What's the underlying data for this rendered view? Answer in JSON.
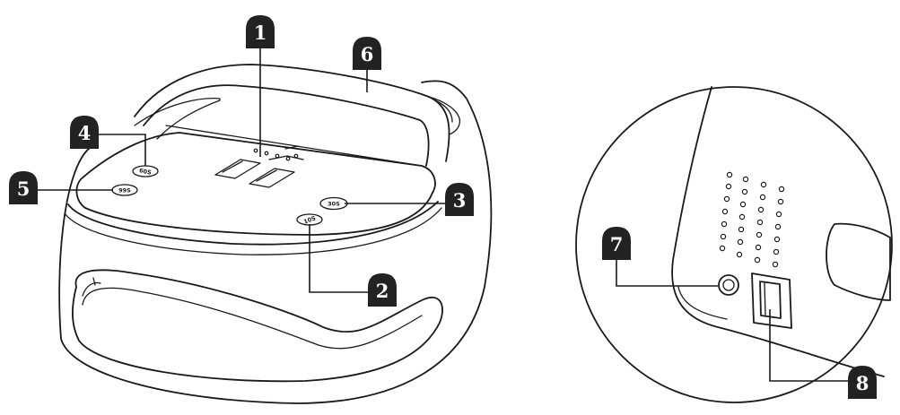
{
  "callouts": [
    {
      "number": "1"
    },
    {
      "number": "2"
    },
    {
      "number": "3"
    },
    {
      "number": "4"
    },
    {
      "number": "5"
    },
    {
      "number": "6"
    },
    {
      "number": "7"
    },
    {
      "number": "8"
    }
  ],
  "timer_buttons": [
    {
      "label": "60S"
    },
    {
      "label": "99S"
    },
    {
      "label": "30S"
    },
    {
      "label": "10S"
    }
  ],
  "colors": {
    "line": "#1a1a1a",
    "badge": "#222222",
    "badge_text": "#ffffff",
    "background": "#ffffff"
  }
}
